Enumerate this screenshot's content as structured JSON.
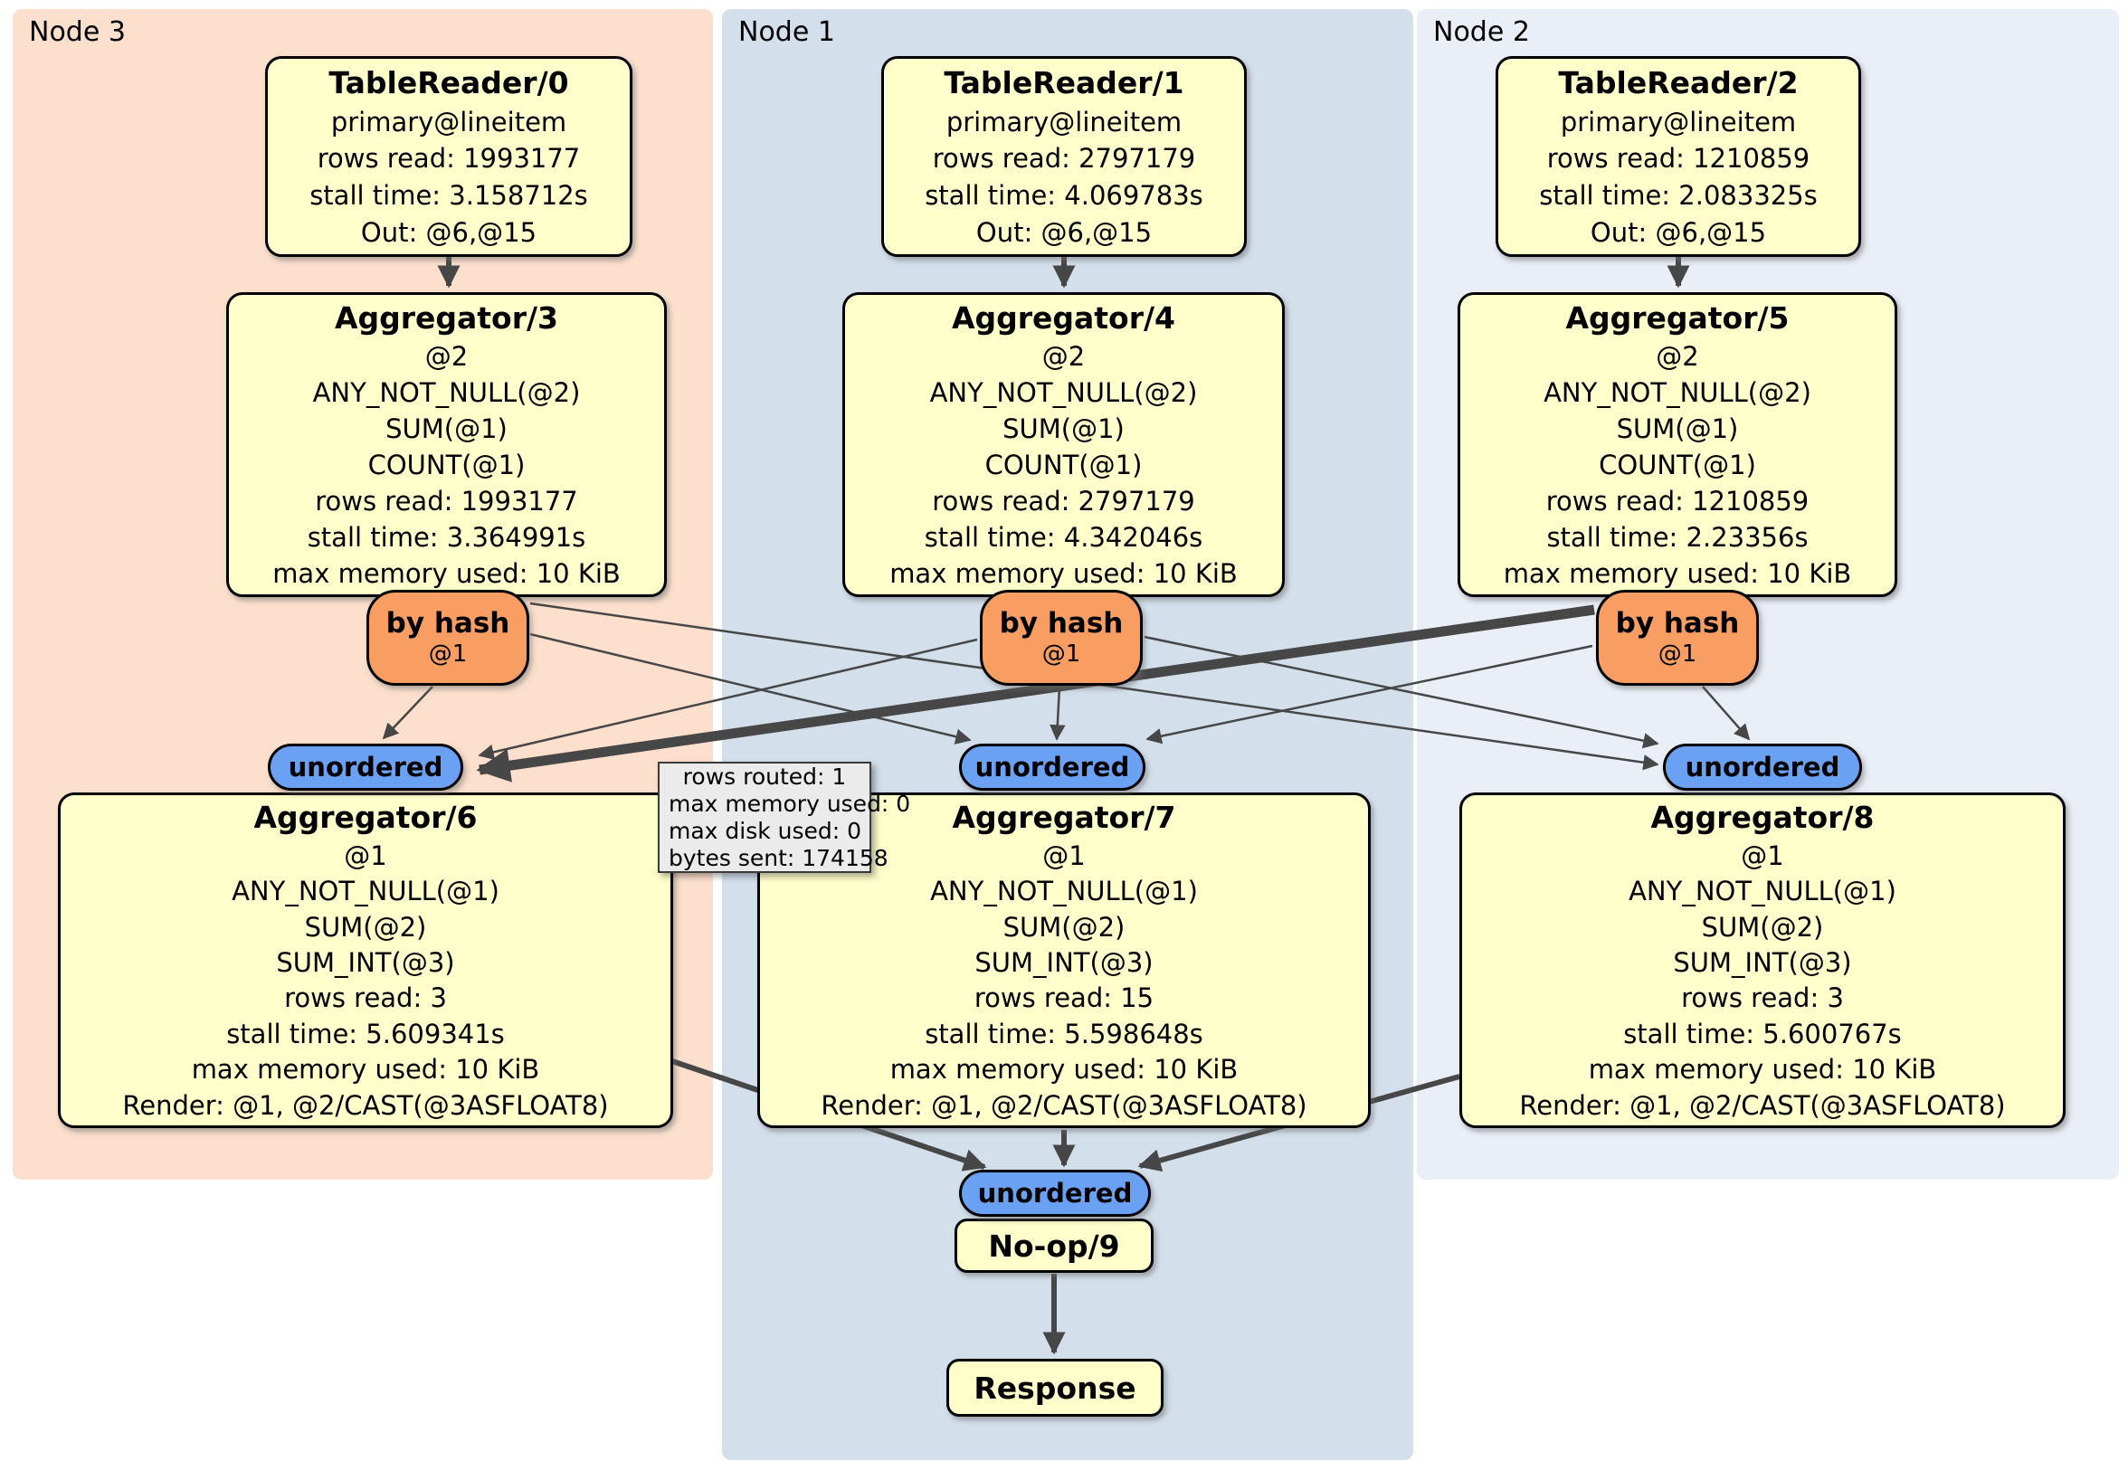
{
  "regions": [
    {
      "label": "Node 3"
    },
    {
      "label": "Node 1"
    },
    {
      "label": "Node 2"
    }
  ],
  "processors": {
    "tr0": {
      "title": "TableReader/0",
      "lines": [
        "primary@lineitem",
        "rows read: 1993177",
        "stall time: 3.158712s",
        "Out: @6,@15"
      ]
    },
    "tr1": {
      "title": "TableReader/1",
      "lines": [
        "primary@lineitem",
        "rows read: 2797179",
        "stall time: 4.069783s",
        "Out: @6,@15"
      ]
    },
    "tr2": {
      "title": "TableReader/2",
      "lines": [
        "primary@lineitem",
        "rows read: 1210859",
        "stall time: 2.083325s",
        "Out: @6,@15"
      ]
    },
    "agg3": {
      "title": "Aggregator/3",
      "lines": [
        "@2",
        "ANY_NOT_NULL(@2)",
        "SUM(@1)",
        "COUNT(@1)",
        "rows read: 1993177",
        "stall time: 3.364991s",
        "max memory used: 10 KiB"
      ]
    },
    "agg4": {
      "title": "Aggregator/4",
      "lines": [
        "@2",
        "ANY_NOT_NULL(@2)",
        "SUM(@1)",
        "COUNT(@1)",
        "rows read: 2797179",
        "stall time: 4.342046s",
        "max memory used: 10 KiB"
      ]
    },
    "agg5": {
      "title": "Aggregator/5",
      "lines": [
        "@2",
        "ANY_NOT_NULL(@2)",
        "SUM(@1)",
        "COUNT(@1)",
        "rows read: 1210859",
        "stall time: 2.23356s",
        "max memory used: 10 KiB"
      ]
    },
    "agg6": {
      "title": "Aggregator/6",
      "lines": [
        "@1",
        "ANY_NOT_NULL(@1)",
        "SUM(@2)",
        "SUM_INT(@3)",
        "rows read: 3",
        "stall time: 5.609341s",
        "max memory used: 10 KiB",
        "Render: @1, @2/CAST(@3ASFLOAT8)"
      ]
    },
    "agg7": {
      "title": "Aggregator/7",
      "lines": [
        "@1",
        "ANY_NOT_NULL(@1)",
        "SUM(@2)",
        "SUM_INT(@3)",
        "rows read: 15",
        "stall time: 5.598648s",
        "max memory used: 10 KiB",
        "Render: @1, @2/CAST(@3ASFLOAT8)"
      ]
    },
    "agg8": {
      "title": "Aggregator/8",
      "lines": [
        "@1",
        "ANY_NOT_NULL(@1)",
        "SUM(@2)",
        "SUM_INT(@3)",
        "rows read: 3",
        "stall time: 5.600767s",
        "max memory used: 10 KiB",
        "Render: @1, @2/CAST(@3ASFLOAT8)"
      ]
    },
    "noop": {
      "title": "No-op/9"
    },
    "response": {
      "title": "Response"
    }
  },
  "routers": {
    "by_hash": "by hash",
    "hash_arg": "@1",
    "unordered": "unordered"
  },
  "tooltip": {
    "lines": [
      "rows routed: 1",
      "max memory used: 0",
      "max disk used: 0",
      "bytes sent: 174158"
    ]
  },
  "colors": {
    "node3_bg": "#fce0cd",
    "node1_bg": "#d3e0ec",
    "node2_bg": "#eaeef7",
    "box_fill": "#ffffcc",
    "hash_router_fill": "#f89e63",
    "unordered_fill": "#6ba1f3",
    "tooltip_fill": "#ebebeb",
    "edge": "#474747"
  }
}
